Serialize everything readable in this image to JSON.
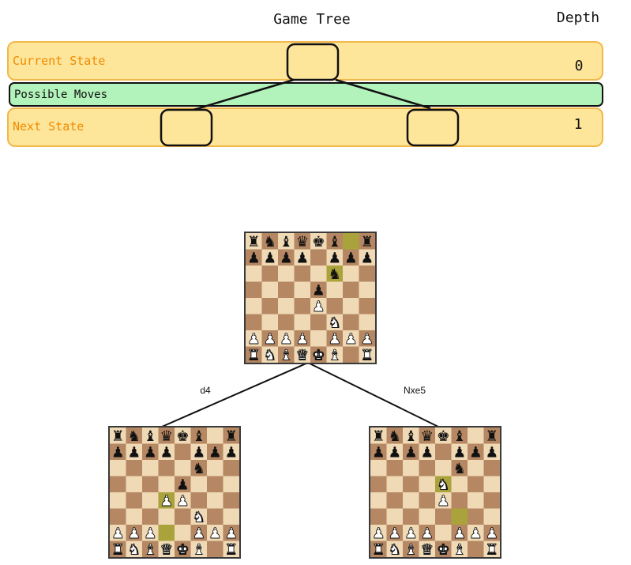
{
  "header": {
    "title": "Game Tree",
    "depth_label": "Depth"
  },
  "bands": {
    "current_state": {
      "label": "Current State",
      "depth": "0"
    },
    "possible_moves": {
      "label": "Possible Moves"
    },
    "next_state": {
      "label": "Next State",
      "depth": "1"
    }
  },
  "colors": {
    "band_fill": "#fde59a",
    "band_stroke": "#f2b84a",
    "band_text": "#f08c00",
    "moves_fill": "#b2f2bb",
    "light_square": "#f0d9b5",
    "dark_square": "#b58863",
    "highlight": "#aaa23a",
    "line": "#111111"
  },
  "edges": [
    {
      "label": "d4"
    },
    {
      "label": "Nxe5"
    }
  ],
  "boards": {
    "root": {
      "rows": [
        "rnbqkb.r",
        "pppp.ppp",
        ".....n..",
        "....p...",
        "....P...",
        ".....N..",
        "PPPP.PPP",
        "RNBQKB.R"
      ],
      "highlights": [
        "g8",
        "f6"
      ]
    },
    "left": {
      "rows": [
        "rnbqkb.r",
        "pppp.ppp",
        ".....n..",
        "....p...",
        "...PP...",
        ".....N..",
        "PPP..PPP",
        "RNBQKB.R"
      ],
      "highlights": [
        "d4",
        "d2"
      ]
    },
    "right": {
      "rows": [
        "rnbqkb.r",
        "pppp.ppp",
        ".....n..",
        "....N...",
        "....P...",
        "........",
        "PPPP.PPP",
        "RNBQKB.R"
      ],
      "highlights": [
        "e5",
        "f3"
      ]
    }
  }
}
